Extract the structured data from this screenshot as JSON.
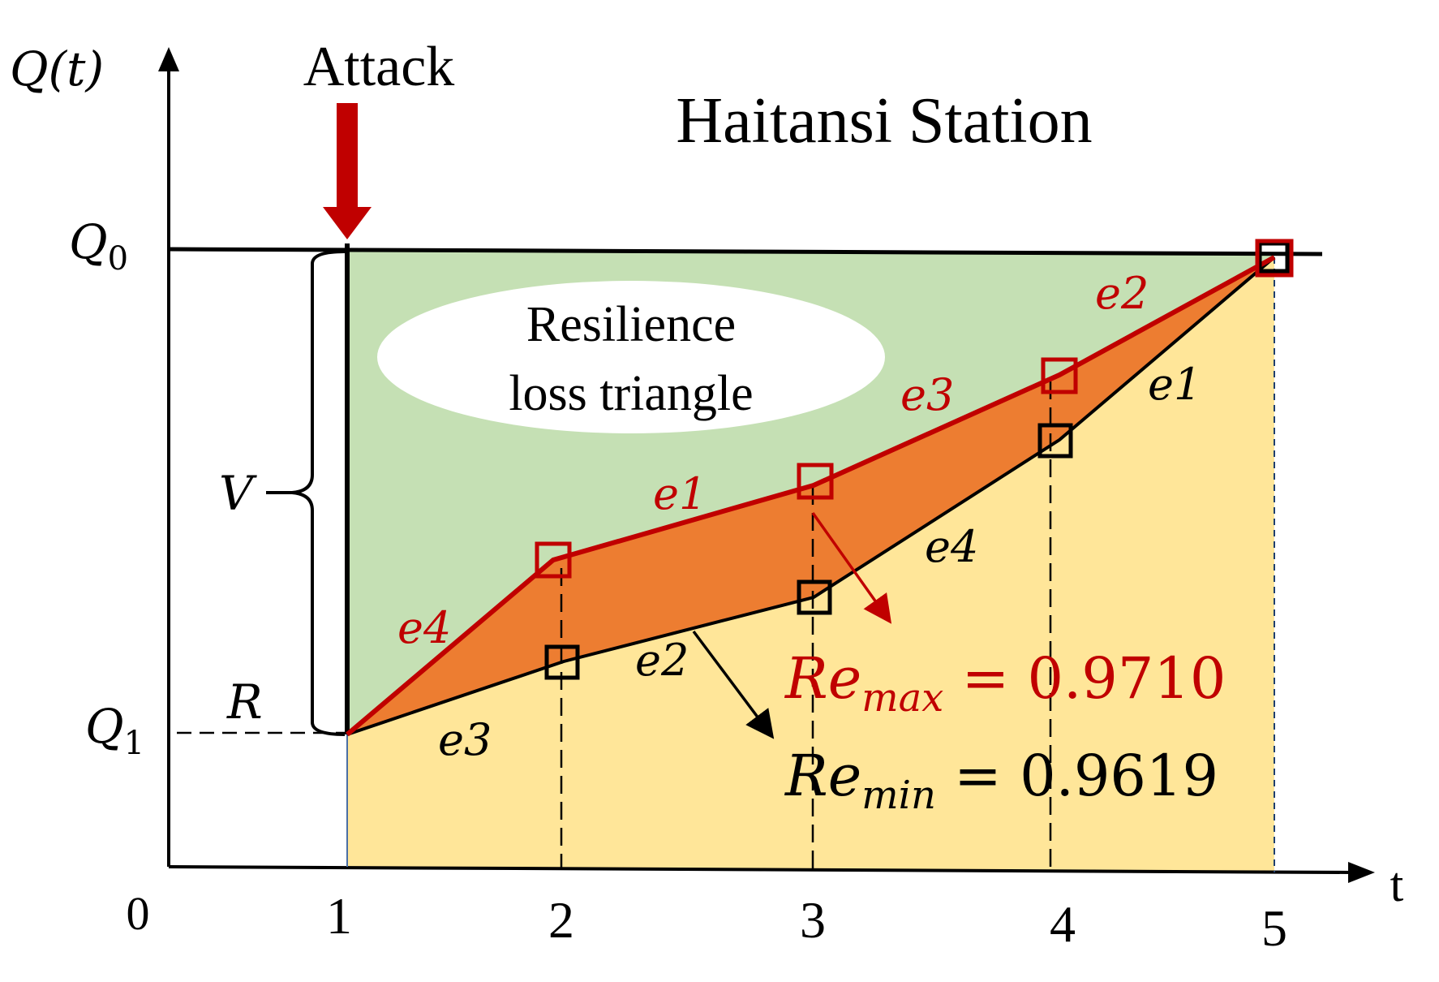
{
  "title": "Haitansi Station",
  "attack_label": "Attack",
  "y_axis_label": "Q(t)",
  "x_axis_label": "t",
  "origin_label": "0",
  "x_ticks": [
    "1",
    "2",
    "3",
    "4",
    "5"
  ],
  "q0": {
    "base": "Q",
    "sub": "0"
  },
  "q1": {
    "base": "Q",
    "sub": "1"
  },
  "v_label": "V",
  "r_label": "R",
  "ellipse_text": [
    "Resilience",
    "loss triangle"
  ],
  "upper_edges": [
    "e4",
    "e1",
    "e3",
    "e2"
  ],
  "lower_edges": [
    "e3",
    "e2",
    "e4",
    "e1"
  ],
  "re_max": {
    "base": "Re",
    "sub": "max",
    "rest": " = 0.9710"
  },
  "re_min": {
    "base": "Re",
    "sub": "min",
    "rest": " = 0.9619"
  },
  "colors": {
    "green_region": "#c5e0b4",
    "orange_region": "#ed7d31",
    "yellow_region": "#ffe699",
    "red_path": "#c00000",
    "black_path": "#000000"
  }
}
